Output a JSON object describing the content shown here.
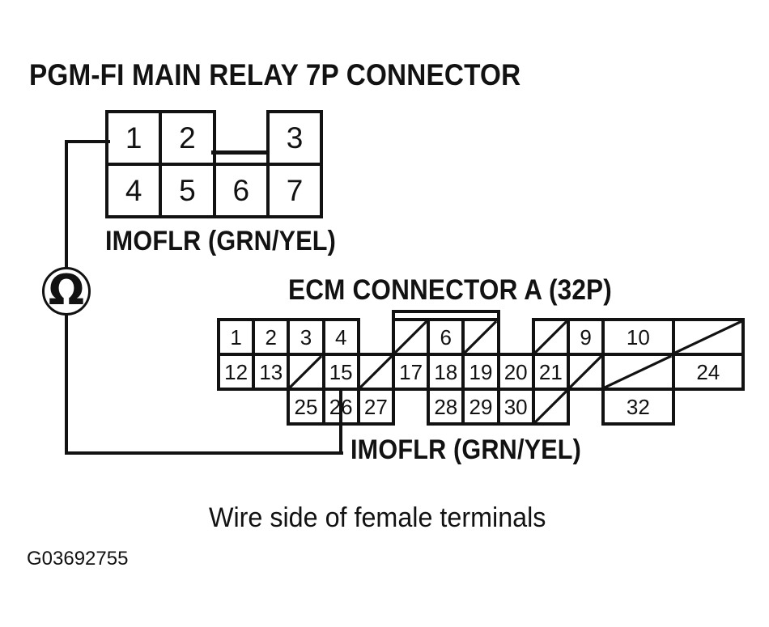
{
  "title": "PGM-FI MAIN RELAY 7P CONNECTOR",
  "caption": "Wire side of female terminals",
  "figure_id": "G03692755",
  "meter": {
    "symbol": "Ω"
  },
  "colors": {
    "ink": "#121212",
    "paper": "#ffffff"
  },
  "relay_connector": {
    "wire_label": "IMOFLR (GRN/YEL)",
    "cells": [
      {
        "row": 0,
        "col": 0,
        "pin": "1"
      },
      {
        "row": 0,
        "col": 1,
        "pin": "2"
      },
      {
        "row": 0,
        "col": 3,
        "pin": "3"
      },
      {
        "row": 1,
        "col": 0,
        "pin": "4"
      },
      {
        "row": 1,
        "col": 1,
        "pin": "5"
      },
      {
        "row": 1,
        "col": 2,
        "pin": "6"
      },
      {
        "row": 1,
        "col": 3,
        "pin": "7"
      }
    ]
  },
  "ecm_connector": {
    "title": "ECM CONNECTOR A (32P)",
    "wire_label": "IMOFLR (GRN/YEL)",
    "cells": [
      {
        "row": 0,
        "col": 0,
        "pin": "1"
      },
      {
        "row": 0,
        "col": 1,
        "pin": "2"
      },
      {
        "row": 0,
        "col": 2,
        "pin": "3"
      },
      {
        "row": 0,
        "col": 3,
        "pin": "4"
      },
      {
        "row": 0,
        "col": 5,
        "crossed": true
      },
      {
        "row": 0,
        "col": 6,
        "pin": "6"
      },
      {
        "row": 0,
        "col": 7,
        "crossed": true
      },
      {
        "row": 0,
        "col": 9,
        "crossed": true
      },
      {
        "row": 0,
        "col": 10,
        "pin": "9"
      },
      {
        "row": 0,
        "col": 11,
        "span": 2,
        "pin": "10"
      },
      {
        "row": 0,
        "col": 13,
        "span": 2,
        "crossed": true
      },
      {
        "row": 1,
        "col": 0,
        "pin": "12"
      },
      {
        "row": 1,
        "col": 1,
        "pin": "13"
      },
      {
        "row": 1,
        "col": 2,
        "crossed": true
      },
      {
        "row": 1,
        "col": 3,
        "pin": "15"
      },
      {
        "row": 1,
        "col": 4,
        "crossed": true
      },
      {
        "row": 1,
        "col": 5,
        "pin": "17"
      },
      {
        "row": 1,
        "col": 6,
        "pin": "18"
      },
      {
        "row": 1,
        "col": 7,
        "pin": "19"
      },
      {
        "row": 1,
        "col": 8,
        "pin": "20"
      },
      {
        "row": 1,
        "col": 9,
        "pin": "21"
      },
      {
        "row": 1,
        "col": 10,
        "crossed": true
      },
      {
        "row": 1,
        "col": 11,
        "span": 2,
        "crossed": true
      },
      {
        "row": 1,
        "col": 13,
        "span": 2,
        "pin": "24"
      },
      {
        "row": 2,
        "col": 2,
        "pin": "25"
      },
      {
        "row": 2,
        "col": 3,
        "pin": "26"
      },
      {
        "row": 2,
        "col": 4,
        "pin": "27"
      },
      {
        "row": 2,
        "col": 6,
        "pin": "28"
      },
      {
        "row": 2,
        "col": 7,
        "pin": "29"
      },
      {
        "row": 2,
        "col": 8,
        "pin": "30"
      },
      {
        "row": 2,
        "col": 9,
        "crossed": true
      },
      {
        "row": 2,
        "col": 11,
        "span": 2,
        "pin": "32"
      }
    ]
  }
}
